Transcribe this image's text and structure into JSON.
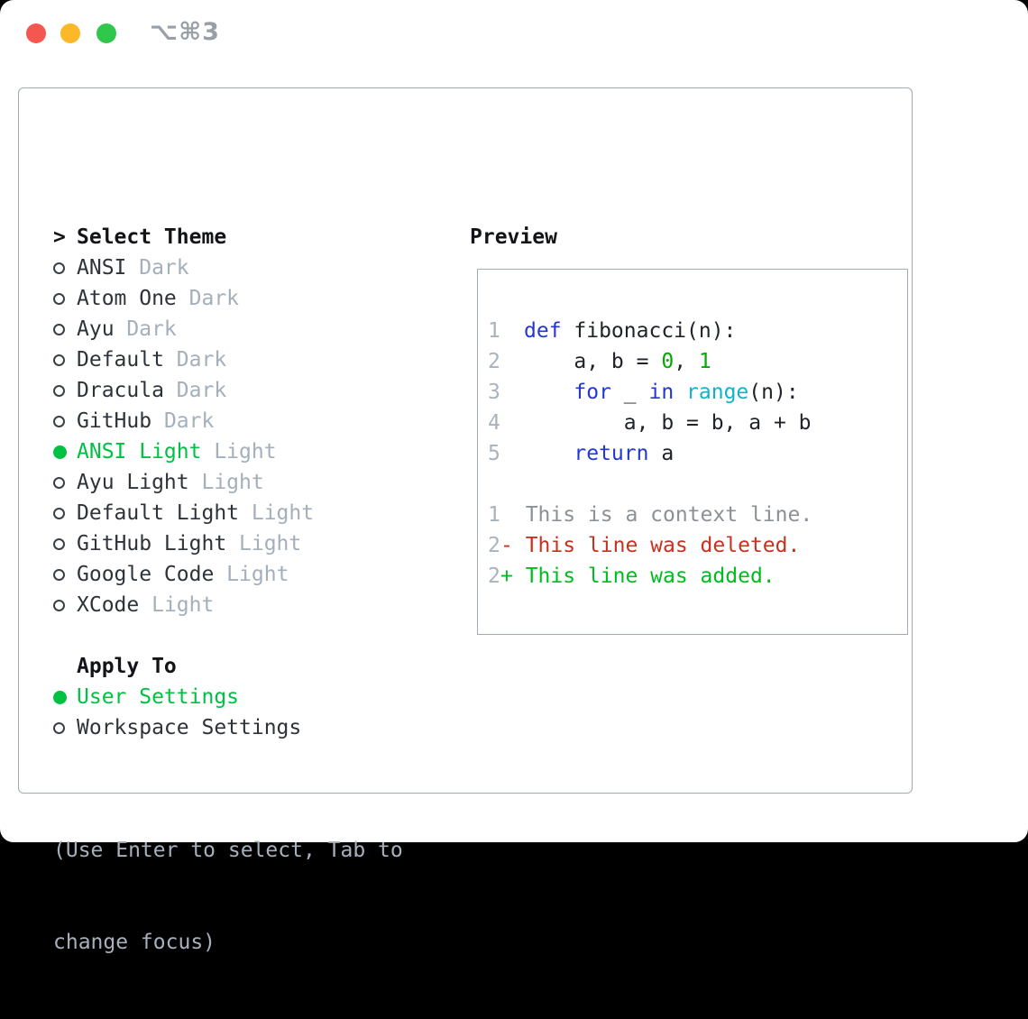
{
  "window": {
    "shortcut_label": "⌥⌘3"
  },
  "theme_picker": {
    "title_marker": ">",
    "title": "Select Theme",
    "items": [
      {
        "name": "ANSI",
        "variant": " Dark",
        "selected": false
      },
      {
        "name": "Atom One",
        "variant": " Dark",
        "selected": false
      },
      {
        "name": "Ayu",
        "variant": " Dark",
        "selected": false
      },
      {
        "name": "Default",
        "variant": " Dark",
        "selected": false
      },
      {
        "name": "Dracula",
        "variant": " Dark",
        "selected": false
      },
      {
        "name": "GitHub",
        "variant": " Dark",
        "selected": false
      },
      {
        "name": "ANSI Light",
        "variant": " Light",
        "selected": true
      },
      {
        "name": "Ayu Light",
        "variant": " Light",
        "selected": false
      },
      {
        "name": "Default Light",
        "variant": " Light",
        "selected": false
      },
      {
        "name": "GitHub Light",
        "variant": " Light",
        "selected": false
      },
      {
        "name": "Google Code",
        "variant": " Light",
        "selected": false
      },
      {
        "name": "XCode",
        "variant": " Light",
        "selected": false
      }
    ]
  },
  "apply_to": {
    "title": "Apply To",
    "options": [
      {
        "label": "User Settings",
        "selected": true
      },
      {
        "label": "Workspace Settings",
        "selected": false
      }
    ]
  },
  "hint": {
    "text": "(Use Enter to select, Tab to change focus)",
    "lines": [
      "(Use Enter to select, Tab to",
      "change focus)"
    ]
  },
  "preview": {
    "title": "Preview",
    "code_lines": [
      {
        "num": "1",
        "tokens": [
          {
            "c": "kw",
            "t": "def"
          },
          {
            "c": "tx",
            "t": " fibonacci(n):"
          }
        ]
      },
      {
        "num": "2",
        "tokens": [
          {
            "c": "tx",
            "t": "    a, b = "
          },
          {
            "c": "nm",
            "t": "0"
          },
          {
            "c": "tx",
            "t": ", "
          },
          {
            "c": "nm",
            "t": "1"
          }
        ]
      },
      {
        "num": "3",
        "tokens": [
          {
            "c": "tx",
            "t": "    "
          },
          {
            "c": "kw",
            "t": "for"
          },
          {
            "c": "tx",
            "t": " _ "
          },
          {
            "c": "kw",
            "t": "in"
          },
          {
            "c": "tx",
            "t": " "
          },
          {
            "c": "fn",
            "t": "range"
          },
          {
            "c": "tx",
            "t": "(n):"
          }
        ]
      },
      {
        "num": "4",
        "tokens": [
          {
            "c": "tx",
            "t": "        a, b = b, a + b"
          }
        ]
      },
      {
        "num": "5",
        "tokens": [
          {
            "c": "tx",
            "t": "    "
          },
          {
            "c": "kw",
            "t": "return"
          },
          {
            "c": "tx",
            "t": " a"
          }
        ]
      }
    ],
    "diff_lines": [
      {
        "num": "1",
        "kind": "ctx",
        "text": "  This is a context line."
      },
      {
        "num": "2",
        "kind": "del",
        "text": "- This line was deleted."
      },
      {
        "num": "2",
        "kind": "add",
        "text": "+ This line was added."
      }
    ]
  },
  "colors": {
    "tl-red": "#f4574f",
    "tl-red-dot": "#7a0c04",
    "tl-yellow": "#fcb828",
    "tl-green": "#2fc84c",
    "titlebar-text": "#999fa7",
    "border": "#a3abb5",
    "title-text": "#121417",
    "item-text": "#2e333a",
    "muted": "#a4afbc",
    "hint": "#a7b1bd",
    "radio-ring": "#3a4047",
    "selected-green": "#00c143",
    "linenum": "#a9b2bd",
    "code-text": "#20242a",
    "kw": "#2337d2",
    "fn": "#12b3c7",
    "nm": "#00ab00",
    "diff-ctx": "#8b9197",
    "diff-del": "#c8311f",
    "diff-add": "#00bd1f"
  }
}
